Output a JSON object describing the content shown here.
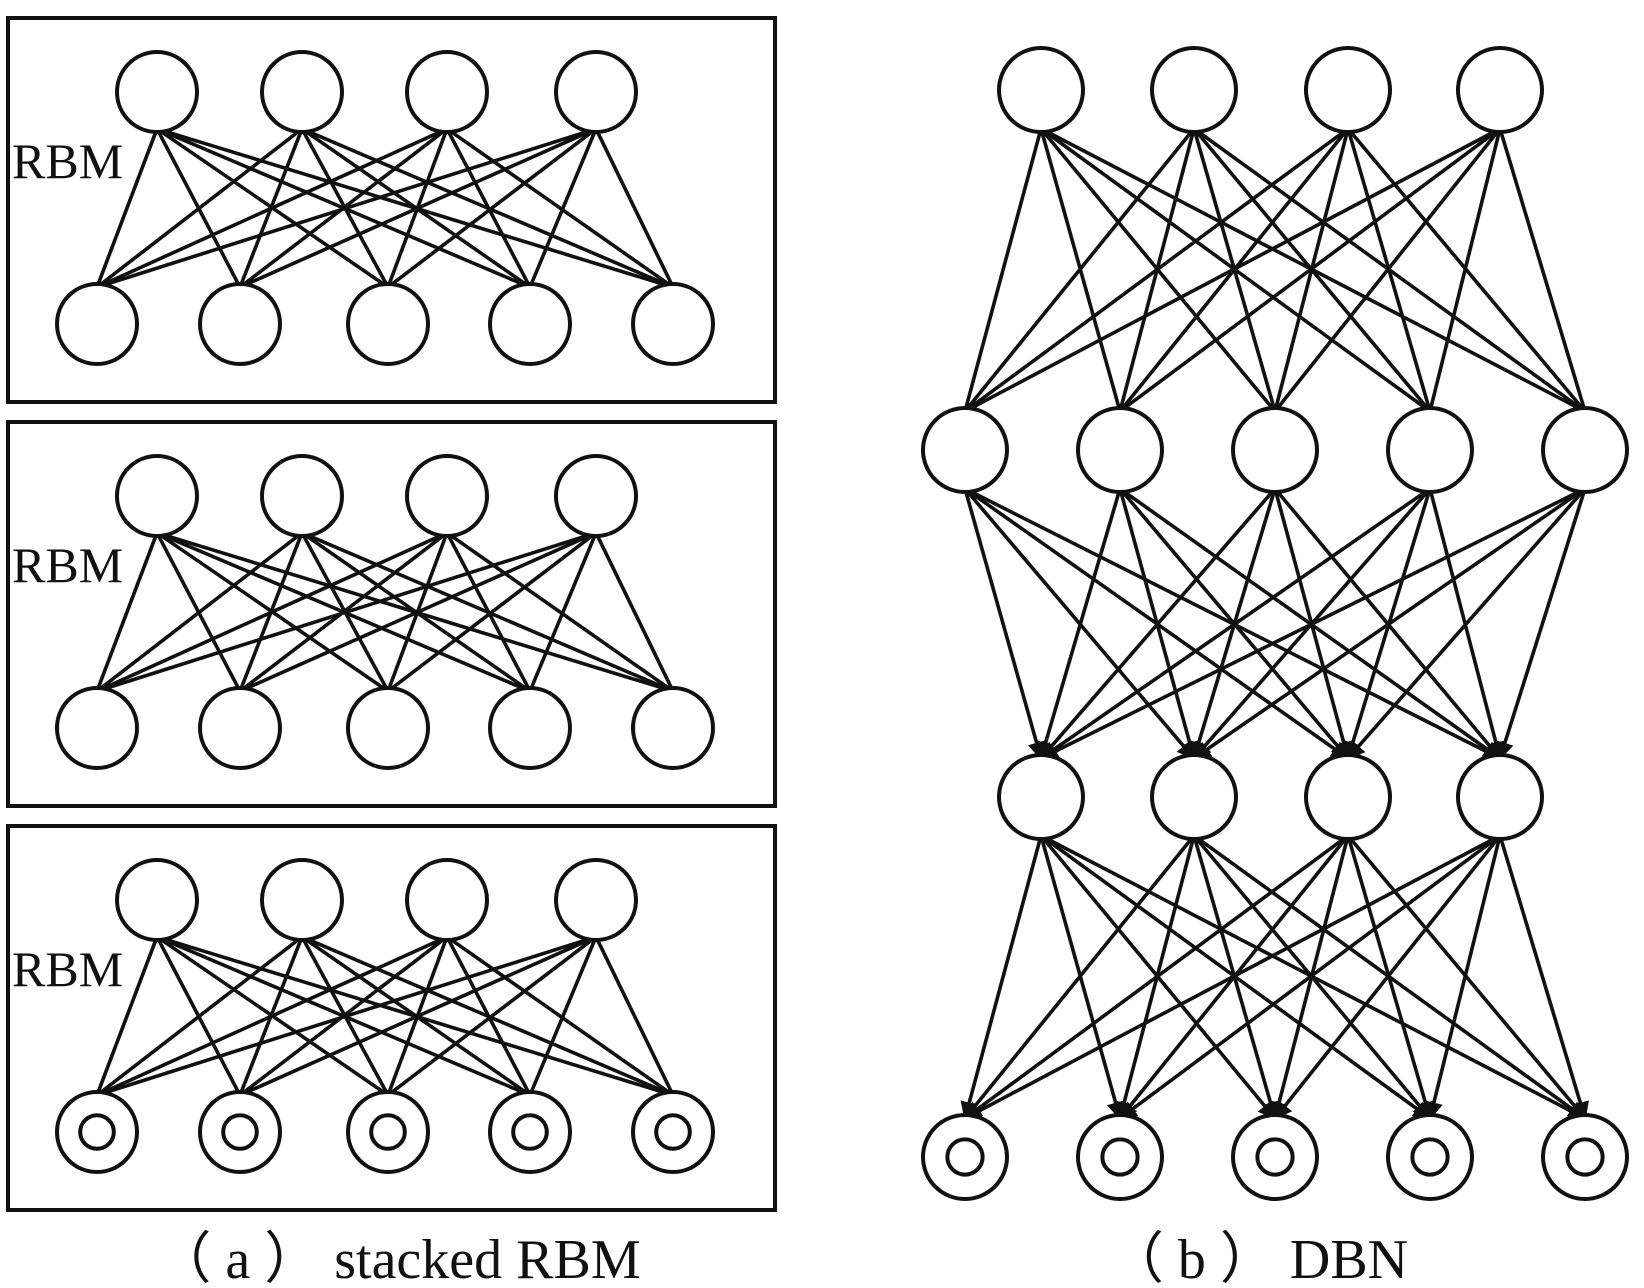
{
  "panel_a": {
    "caption": "（ a ） stacked RBM",
    "rbm_blocks": [
      {
        "label": "RBM",
        "hidden_units": 4,
        "visible_units": 5,
        "visible_style": "plain"
      },
      {
        "label": "RBM",
        "hidden_units": 4,
        "visible_units": 5,
        "visible_style": "plain"
      },
      {
        "label": "RBM",
        "hidden_units": 4,
        "visible_units": 5,
        "visible_style": "input"
      }
    ]
  },
  "panel_b": {
    "caption": "（ b ） DBN",
    "layers": [
      {
        "units": 4,
        "style": "plain"
      },
      {
        "units": 5,
        "style": "plain"
      },
      {
        "units": 4,
        "style": "plain"
      },
      {
        "units": 5,
        "style": "input"
      }
    ],
    "connections": [
      {
        "from_layer": 0,
        "to_layer": 1,
        "directed": false
      },
      {
        "from_layer": 1,
        "to_layer": 2,
        "directed": true
      },
      {
        "from_layer": 2,
        "to_layer": 3,
        "directed": true
      }
    ]
  },
  "colors": {
    "stroke": "#111111",
    "background": "#ffffff"
  }
}
